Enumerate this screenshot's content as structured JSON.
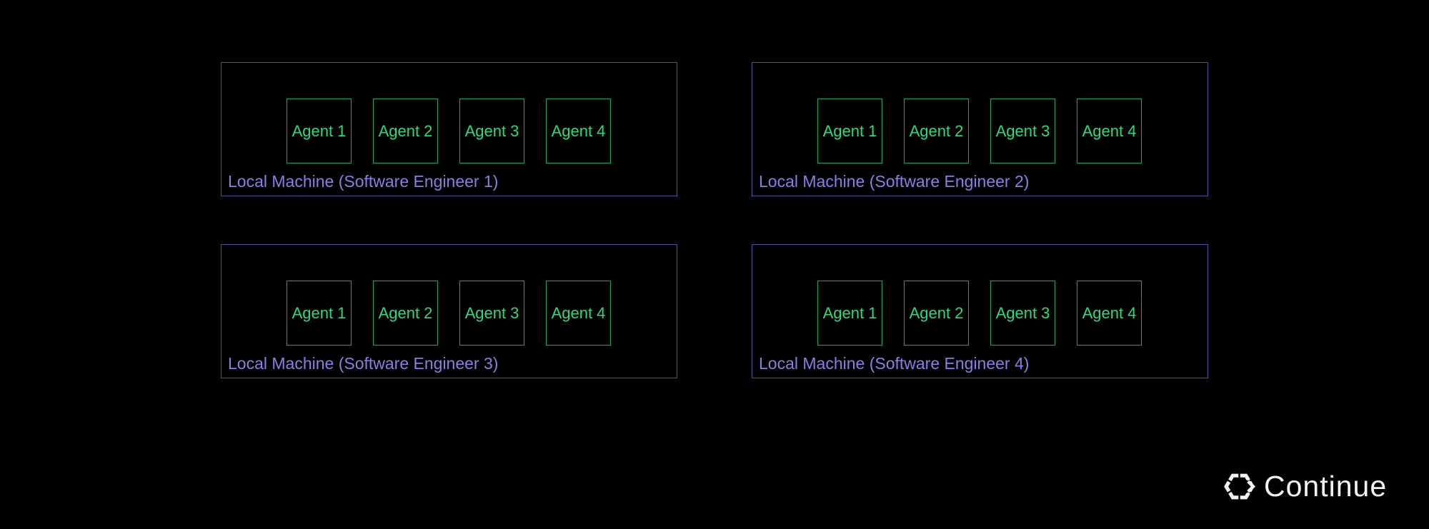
{
  "colors": {
    "background": "#000000",
    "machine_border": "#544a9e",
    "machine_label_text": "#897ee6",
    "agent_border": "#21a35e",
    "agent_text": "#2dd97d",
    "logo_text": "#f2f2f2"
  },
  "machines": [
    {
      "label": "Local Machine (Software Engineer 1)",
      "agents": [
        "Agent 1",
        "Agent 2",
        "Agent 3",
        "Agent 4"
      ]
    },
    {
      "label": "Local Machine (Software Engineer 2)",
      "agents": [
        "Agent 1",
        "Agent 2",
        "Agent 3",
        "Agent 4"
      ]
    },
    {
      "label": "Local Machine (Software Engineer 3)",
      "agents": [
        "Agent 1",
        "Agent 2",
        "Agent 3",
        "Agent 4"
      ]
    },
    {
      "label": "Local Machine (Software Engineer 4)",
      "agents": [
        "Agent 1",
        "Agent 2",
        "Agent 3",
        "Agent 4"
      ]
    }
  ],
  "logo": {
    "text": "Continue",
    "icon": "continue-hexagon-icon"
  }
}
